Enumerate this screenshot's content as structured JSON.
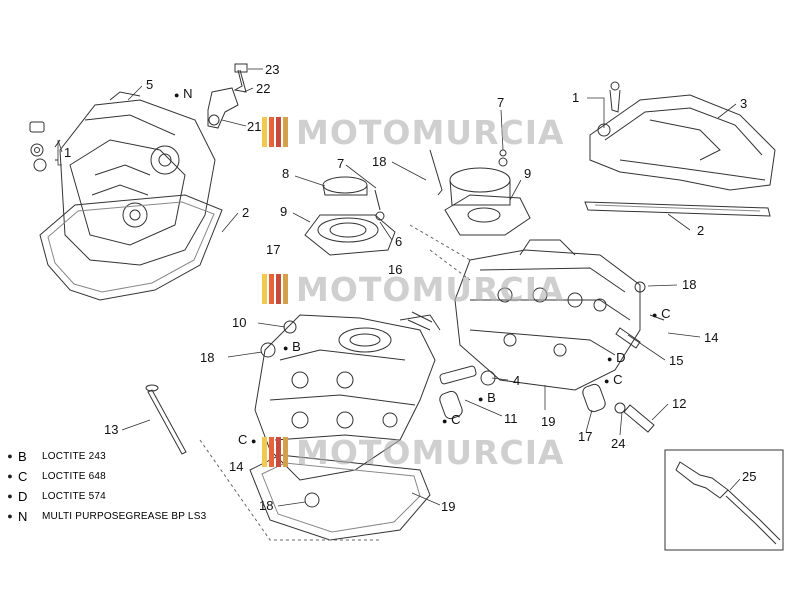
{
  "watermark": {
    "text": "MOTOMURCIA",
    "bar_colors": [
      "#f2c94c",
      "#e8633a",
      "#c84a3a",
      "#d4a04a"
    ]
  },
  "callouts": {
    "c1_left": "1",
    "c5": "5",
    "c23": "23",
    "n_top": "N",
    "c22": "22",
    "c21": "21",
    "c2_left": "2",
    "c1_right": "1",
    "c3": "3",
    "c2_right": "2",
    "c7_top": "7",
    "c7_mid": "7",
    "c18_top": "18",
    "c8": "8",
    "c9_right": "9",
    "c9_left": "9",
    "c6": "6",
    "c17_top": "17",
    "c16": "16",
    "c18_right": "18",
    "c10": "10",
    "b_mid": "B",
    "c_right": "C",
    "c14_right": "14",
    "c18_left": "18",
    "d_right": "D",
    "c15": "15",
    "c4": "4",
    "b_lower": "B",
    "c_lower_right": "C",
    "c_mid": "C",
    "c11": "11",
    "c19_mid": "19",
    "c12": "12",
    "c13": "13",
    "c17_low": "17",
    "c24": "24",
    "c_left": "C",
    "c14_left": "14",
    "c25": "25",
    "c18_bottom": "18",
    "c19_bottom": "19"
  },
  "legend": [
    {
      "code": "B",
      "text": "LOCTITE 243"
    },
    {
      "code": "C",
      "text": "LOCTITE 648"
    },
    {
      "code": "D",
      "text": "LOCTITE 574"
    },
    {
      "code": "N",
      "text": "MULTI PURPOSEGREASE BP LS3"
    }
  ],
  "colors": {
    "line": "#333333",
    "watermark": "#b0b0b0",
    "background": "#ffffff"
  }
}
